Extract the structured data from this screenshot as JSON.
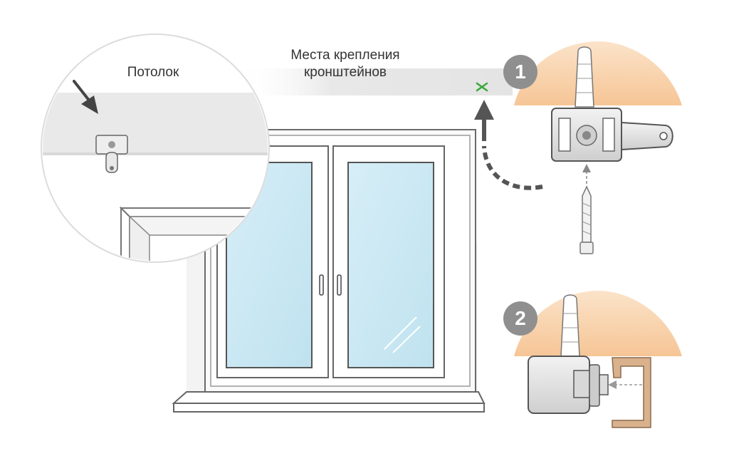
{
  "labels": {
    "ceiling": "Потолок",
    "bracket_places_line1": "Места крепления",
    "bracket_places_line2": "кронштейнов"
  },
  "steps": [
    {
      "number": "1"
    },
    {
      "number": "2"
    }
  ],
  "colors": {
    "ceiling_band": "#e6e6e6",
    "ceiling_peach": "#f7c99a",
    "marker_green": "#3aa83a",
    "glass": "#cfe9f3",
    "profile_tan": "#d9b18c",
    "badge_gray": "#8f8f8f",
    "arrow_dark": "#555555"
  },
  "icons": [
    "arrow-down-icon",
    "arrow-up-icon",
    "x-marker-icon"
  ]
}
